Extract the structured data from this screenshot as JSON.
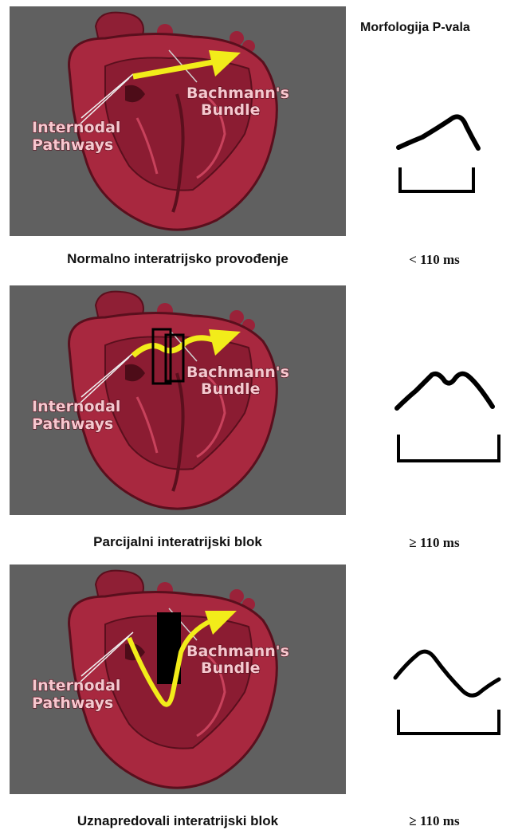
{
  "header": {
    "title": "Morfologija P-vala"
  },
  "panels": [
    {
      "caption": "Normalno interatrijsko provođenje",
      "duration": "< 110 ms",
      "labels": {
        "bachmann_1": "Bachmann's",
        "bachmann_2": "Bundle",
        "internodal_1": "Internodal",
        "internodal_2": "Pathways"
      }
    },
    {
      "caption": "Parcijalni interatrijski blok",
      "duration": "≥ 110 ms",
      "labels": {
        "bachmann_1": "Bachmann's",
        "bachmann_2": "Bundle",
        "internodal_1": "Internodal",
        "internodal_2": "Pathways"
      }
    },
    {
      "caption": "Uznapredovali interatrijski blok",
      "duration": "≥ 110 ms",
      "labels": {
        "bachmann_1": "Bachmann's",
        "bachmann_2": "Bundle",
        "internodal_1": "Internodal",
        "internodal_2": "Pathways"
      }
    }
  ],
  "colors": {
    "background_panel": "#606060",
    "heart": "#a8283f",
    "heart_dark": "#6d1226",
    "conduction_arrow": "#f2ec1a",
    "block": "#000000"
  }
}
